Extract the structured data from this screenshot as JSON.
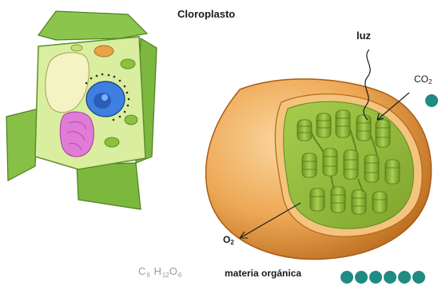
{
  "title": "Cloroplasto",
  "labels": {
    "luz": "luz",
    "co2": {
      "base": "CO",
      "sub": "2"
    },
    "o2": {
      "base": "O",
      "sub": "2"
    },
    "formula": {
      "c": "C",
      "c_n": "6",
      "h": "H",
      "h_n": "12",
      "o": "O",
      "o_n": "6"
    },
    "materia": "materia orgánica"
  },
  "colors": {
    "envelope": "#e8a24a",
    "envelope_dark": "#b86a1c",
    "stroma": "#8fb73c",
    "thylakoid": "#6e9a22",
    "cell_wall": "#7dbb3e",
    "cytoplasm": "#d8ee9a",
    "vacuole": "#f2f2c0",
    "nucleus": "#3a78d8",
    "golgi": "#d95fd0",
    "molecule": "#1f8b83"
  }
}
